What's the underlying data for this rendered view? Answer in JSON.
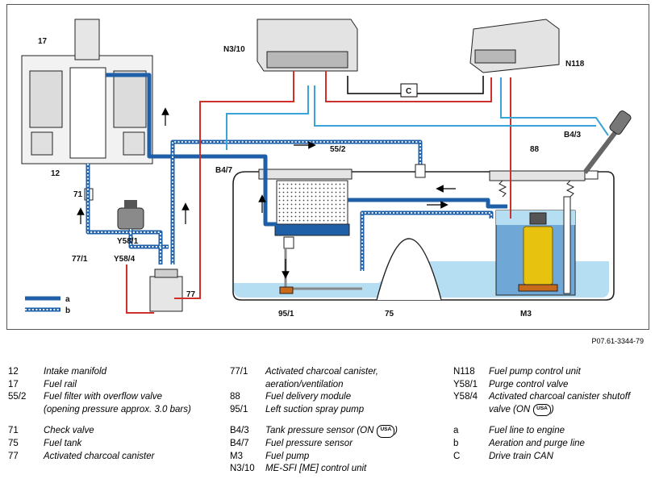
{
  "diagram": {
    "labels": {
      "n3_10": "N3/10",
      "n118": "N118",
      "c_box": "C",
      "l17": "17",
      "l12": "12",
      "l71": "71",
      "y58_1": "Y58/1",
      "l77_1": "77/1",
      "y58_4": "Y58/4",
      "l77": "77",
      "b4_7": "B4/7",
      "l55_2": "55/2",
      "l88": "88",
      "b4_3": "B4/3",
      "l95_1": "95/1",
      "l75": "75",
      "m3": "M3",
      "a": "a",
      "b": "b"
    },
    "doc_ref": "P07.61-3344-79"
  },
  "legend": {
    "col1": [
      [
        {
          "code": "12",
          "desc": "Intake manifold"
        },
        {
          "code": "17",
          "desc": "Fuel rail"
        },
        {
          "code": "55/2",
          "desc": "Fuel filter with overflow valve"
        },
        {
          "code": "",
          "desc": "(opening pressure approx. 3.0 bars)"
        }
      ],
      [
        {
          "code": "71",
          "desc": "Check valve"
        },
        {
          "code": "75",
          "desc": "Fuel tank"
        },
        {
          "code": "77",
          "desc": "Activated charcoal canister"
        }
      ]
    ],
    "col2": [
      [
        {
          "code": "77/1",
          "desc": "Activated charcoal canister,"
        },
        {
          "code": "",
          "desc": "aeration/ventilation"
        },
        {
          "code": "88",
          "desc": "Fuel delivery module"
        },
        {
          "code": "95/1",
          "desc": "Left suction spray pump"
        }
      ],
      [
        {
          "code": "B4/3",
          "desc": "Tank pressure sensor (ON",
          "usa": "USA",
          "tail": ")"
        },
        {
          "code": "B4/7",
          "desc": "Fuel pressure sensor"
        },
        {
          "code": "M3",
          "desc": "Fuel pump"
        },
        {
          "code": "N3/10",
          "desc": "ME-SFI [ME] control unit"
        }
      ]
    ],
    "col3": [
      [
        {
          "code": "N118",
          "desc": "Fuel pump control unit"
        },
        {
          "code": "Y58/1",
          "desc": "Purge control valve"
        },
        {
          "code": "Y58/4",
          "desc": "Activated charcoal canister shutoff"
        },
        {
          "code": "",
          "desc": "valve (ON",
          "usa": "USA",
          "tail": ")"
        }
      ],
      [
        {
          "code": "a",
          "desc": "Fuel line to engine"
        },
        {
          "code": "b",
          "desc": "Aeration and purge line"
        },
        {
          "code": "C",
          "desc": "Drive train CAN"
        }
      ]
    ]
  },
  "colors": {
    "fuel_line": "#1f5fa8",
    "purge_dot": "#ffffff",
    "signal_red": "#d0302c",
    "signal_blue": "#3aa3d8",
    "fuel_liquid": "#b6def2",
    "filter_cover": "#e4e4e4"
  }
}
